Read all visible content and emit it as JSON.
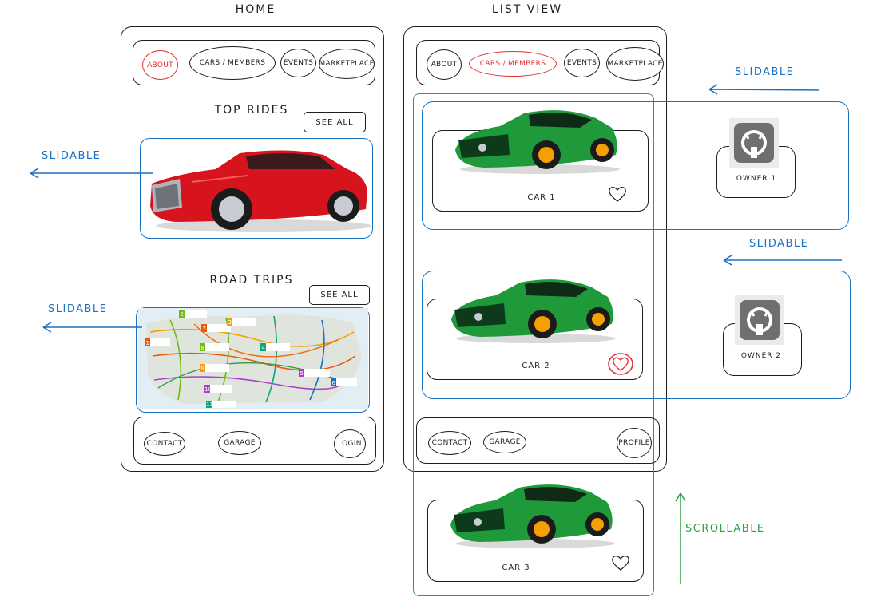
{
  "screens": {
    "home_title": "HOME",
    "list_title": "LIST VIEW"
  },
  "home": {
    "nav": [
      "ABOUT",
      "CARS / MEMBERS",
      "EVENTS",
      "MARKETPLACE"
    ],
    "top_rides": "TOP RIDES",
    "road_trips": "ROAD TRIPS",
    "see_all_1": "SEE ALL",
    "see_all_2": "SEE ALL",
    "footer": [
      "CONTACT",
      "GARAGE",
      "LOGIN"
    ],
    "map_labels": [
      "1",
      "2",
      "3",
      "4",
      "5",
      "6",
      "7",
      "8",
      "9",
      "10",
      "11"
    ]
  },
  "list": {
    "nav": [
      "ABOUT",
      "CARS / MEMBERS",
      "EVENTS",
      "MARKETPLACE"
    ],
    "cars": [
      "CAR 1",
      "CAR 2",
      "CAR 3"
    ],
    "owners": [
      "OWNER 1",
      "OWNER 2"
    ],
    "footer": [
      "CONTACT",
      "GARAGE",
      "PROFILE"
    ]
  },
  "notes": {
    "slidable_1": "SLIDABLE",
    "slidable_2": "SLIDABLE",
    "slidable_3": "SLIDABLE",
    "slidable_4": "SLIDABLE",
    "scrollable": "SCROLLABLE"
  },
  "colors": {
    "active": "#e03131",
    "annotation_blue": "#1971c2",
    "annotation_green": "#2f9e44",
    "car_red": "#d7141e",
    "car_green": "#1f9a3a"
  }
}
